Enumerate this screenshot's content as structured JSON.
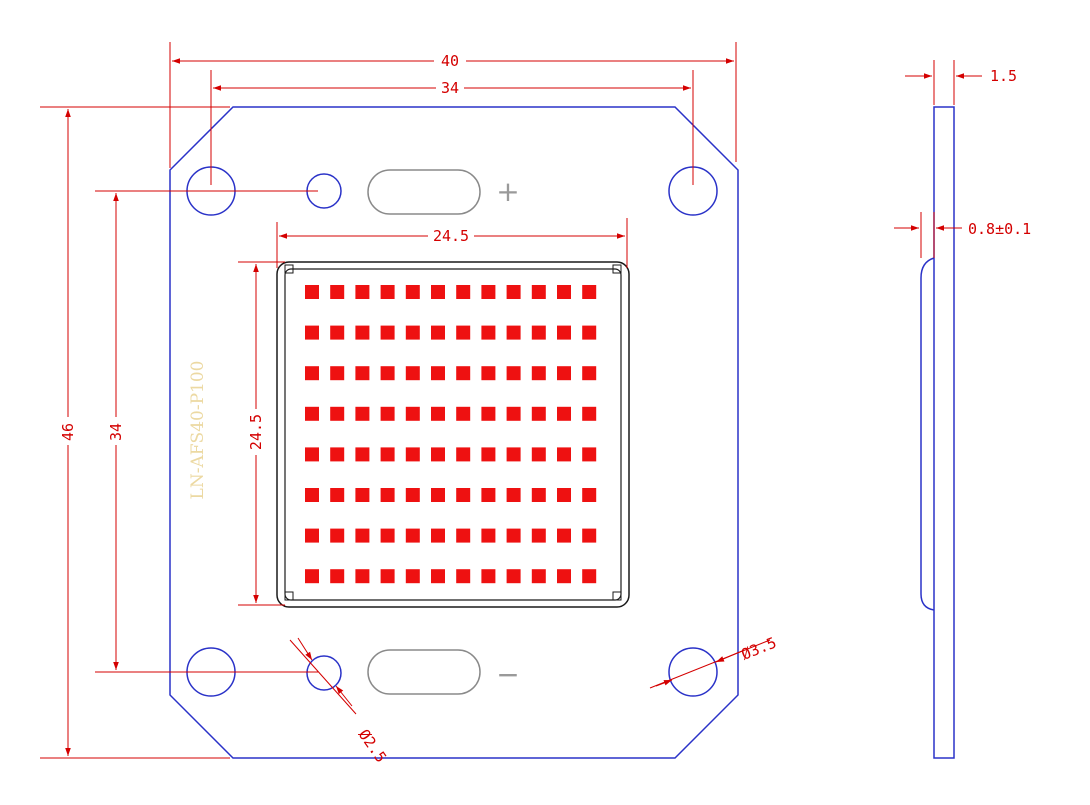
{
  "colors": {
    "outline": "#2a32c8",
    "dimension": "#d40000",
    "led": "#ee1111",
    "part_label": "#ecd9a2",
    "black": "#1a1a1a",
    "pad": "#8a8a8a"
  },
  "board": {
    "part_number": "LN-AFS40-P100",
    "led_rows": 8,
    "led_cols": 12
  },
  "dimensions": {
    "overall_width": "40",
    "mount_hole_spacing_x": "34",
    "overall_height": "46",
    "mount_hole_spacing_y": "34",
    "led_area_width": "24.5",
    "led_area_height": "24.5",
    "large_hole_diameter": "Ø3.5",
    "small_hole_diameter": "Ø2.5",
    "board_thickness": "1.5",
    "recess_depth": "0.8±0.1"
  },
  "terminals": {
    "positive": "+",
    "negative": "−"
  }
}
